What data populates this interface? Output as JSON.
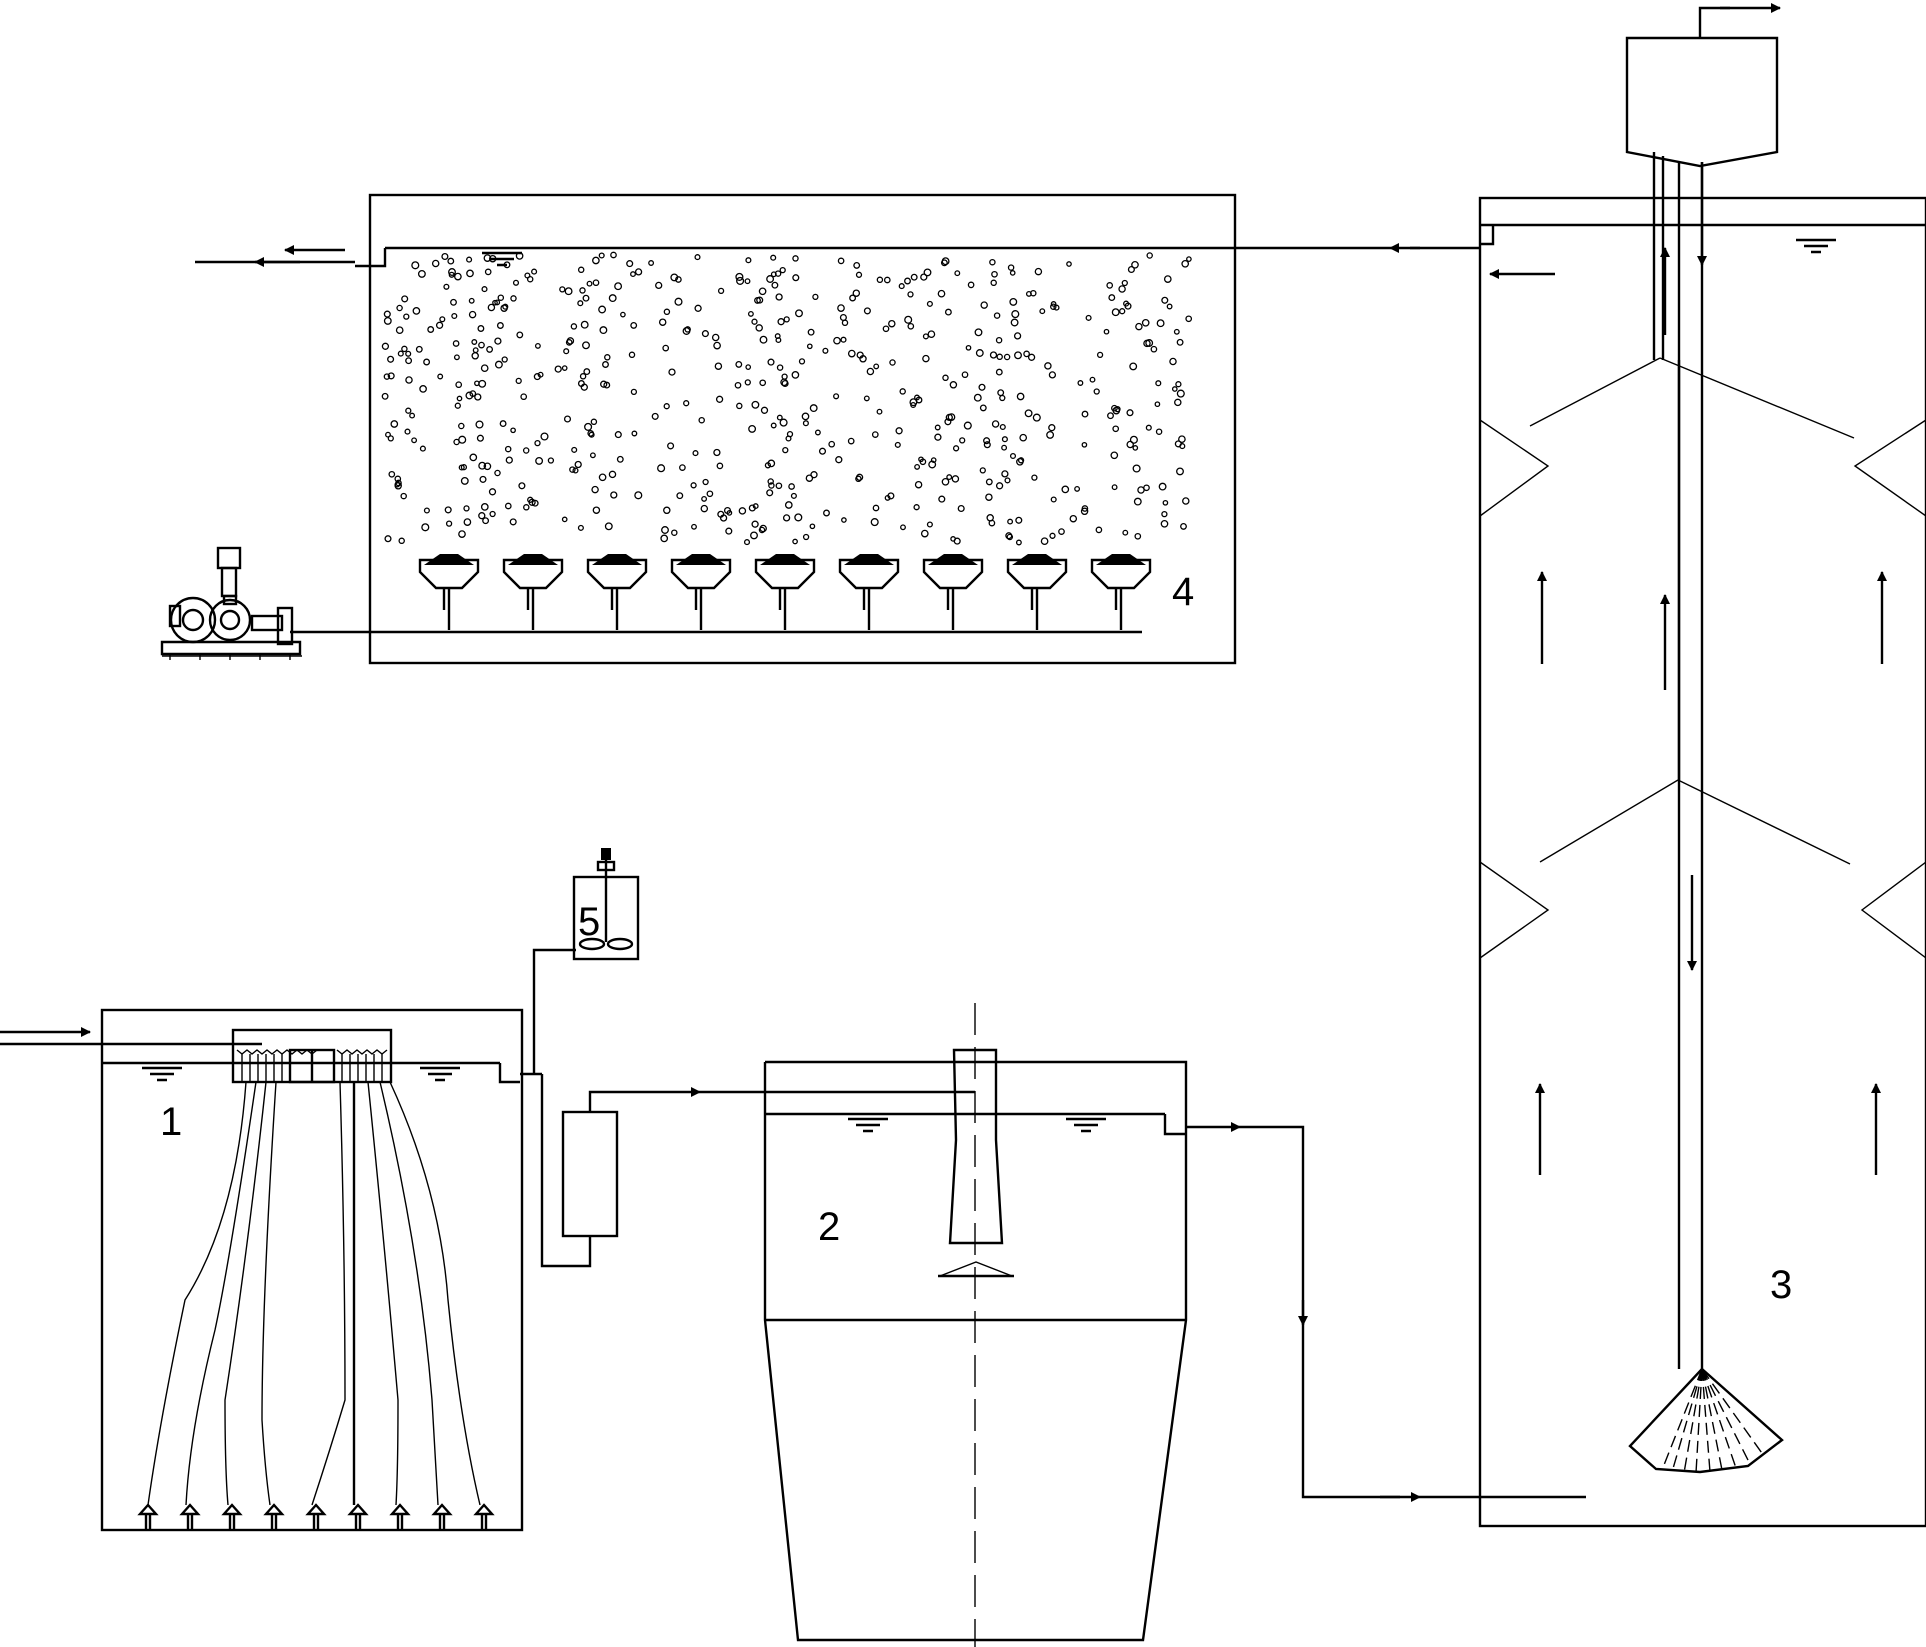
{
  "diagram": {
    "colors": {
      "line": "#000000",
      "background": "#ffffff"
    },
    "units": [
      {
        "id": "unit-1",
        "label": "1"
      },
      {
        "id": "unit-2",
        "label": "2"
      },
      {
        "id": "unit-3",
        "label": "3"
      },
      {
        "id": "unit-4",
        "label": "4"
      },
      {
        "id": "unit-5",
        "label": "5"
      }
    ]
  }
}
